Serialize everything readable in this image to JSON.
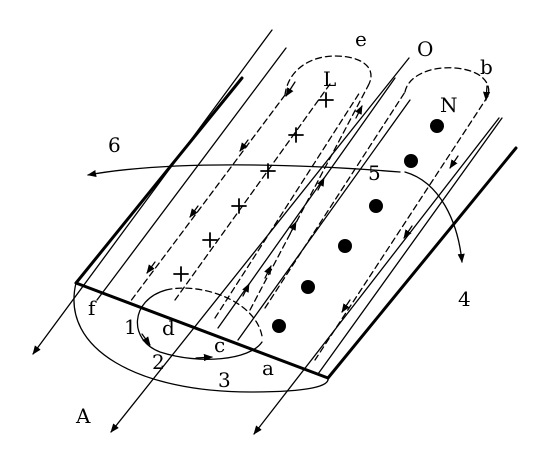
{
  "diagram": {
    "labels": {
      "e": "e",
      "O": "O",
      "b": "b",
      "L": "L",
      "N": "N",
      "six": "6",
      "five": "5",
      "four": "4",
      "f": "f",
      "one": "1",
      "d": "d",
      "c": "c",
      "two": "2",
      "three": "3",
      "a": "a",
      "A": "A"
    },
    "symbols": {
      "into_page": "+",
      "out_of_page": "dot"
    },
    "colors": {
      "ink": "#000000",
      "background": "#ffffff"
    }
  }
}
